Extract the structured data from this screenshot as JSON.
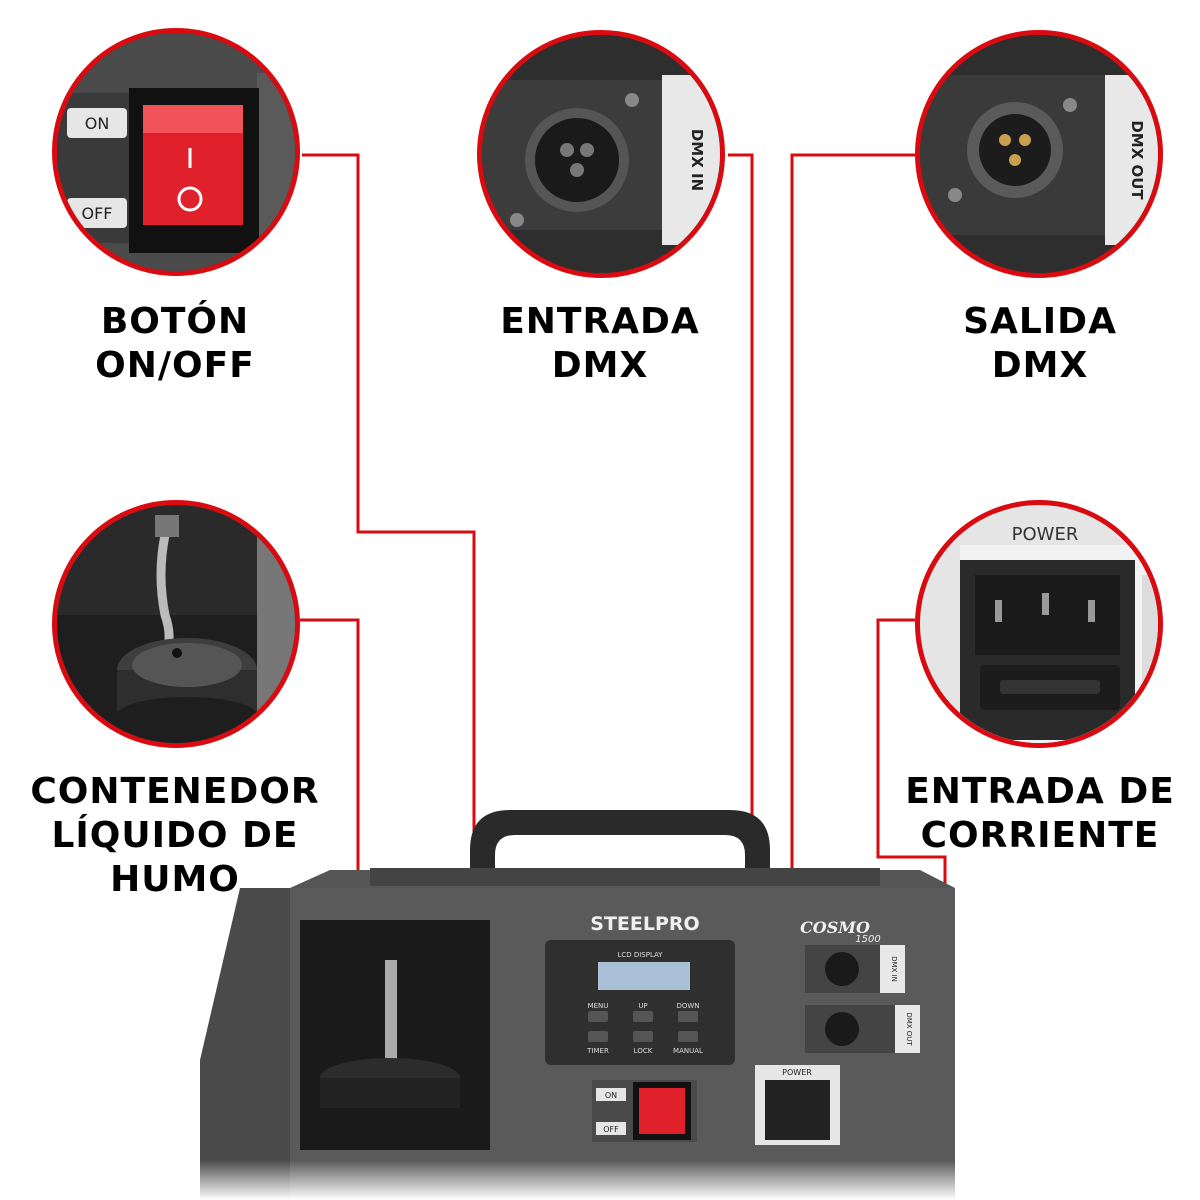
{
  "callouts": {
    "power_switch": {
      "line1": "BOTÓN",
      "line2": "ON/OFF",
      "on": "ON",
      "off": "OFF"
    },
    "dmx_in": {
      "line1": "ENTRADA",
      "line2": "DMX",
      "panel": "DMX IN"
    },
    "dmx_out": {
      "line1": "SALIDA",
      "line2": "DMX",
      "panel": "DMX OUT"
    },
    "fluid_tank": {
      "line1": "CONTENEDOR",
      "line2": "LÍQUIDO DE",
      "line3": "HUMO"
    },
    "power_inlet": {
      "line1": "ENTRADA DE",
      "line2": "CORRIENTE",
      "panel": "POWER"
    }
  },
  "machine": {
    "brand": "STEELPRO",
    "model": "COSMO",
    "model_number": "1500",
    "lcd_title": "LCD DISPLAY",
    "buttons_top": [
      "MENU",
      "UP",
      "DOWN"
    ],
    "buttons_bottom": [
      "TIMER",
      "LOCK",
      "MANUAL"
    ],
    "dmx_in": "DMX IN",
    "dmx_out": "DMX OUT",
    "power": "POWER",
    "on": "ON",
    "off": "OFF"
  },
  "colors": {
    "accent": "#d90b10",
    "panel": "#3a3a3a",
    "switch": "#e0202a"
  }
}
